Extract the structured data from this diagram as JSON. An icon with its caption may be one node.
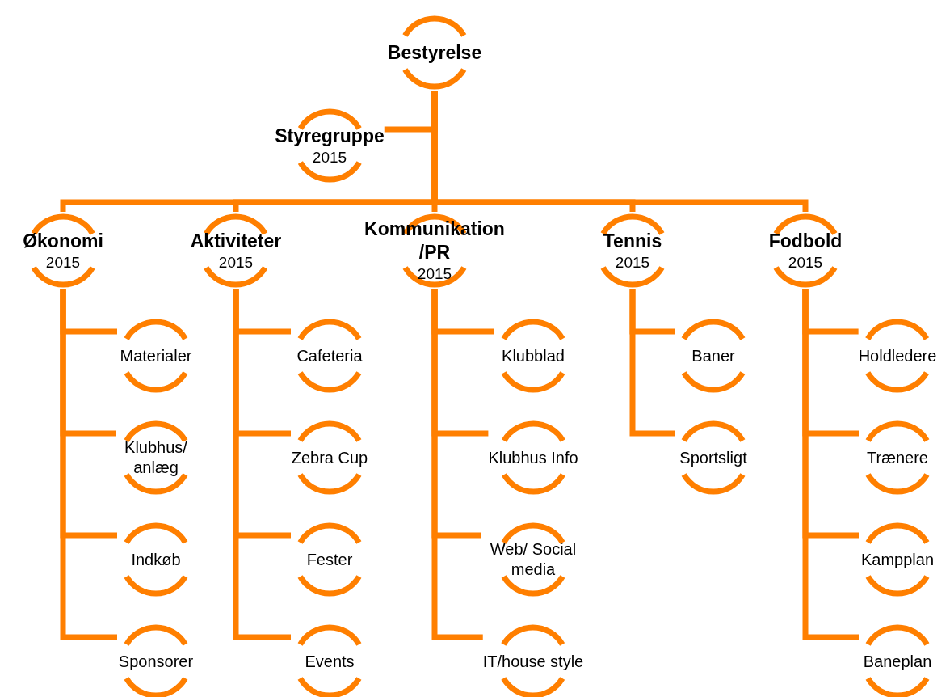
{
  "diagram": {
    "nodes": [
      {
        "text": [
          "Bestyrelse"
        ]
      },
      {
        "text": [
          "Styregruppe",
          "2015"
        ]
      },
      {
        "text": [
          "Økonomi",
          "2015"
        ]
      },
      {
        "text": [
          "Aktiviteter",
          "2015"
        ]
      },
      {
        "text": [
          "Kommunikation /PR",
          "2015"
        ]
      },
      {
        "text": [
          "Tennis",
          "2015"
        ]
      },
      {
        "text": [
          "Fodbold",
          "2015"
        ]
      },
      {
        "text": [
          "Materialer"
        ]
      },
      {
        "text": [
          "Klubhus/ anlæg"
        ]
      },
      {
        "text": [
          "Indkøb"
        ]
      },
      {
        "text": [
          "Sponsorer"
        ]
      },
      {
        "text": [
          "Cafeteria"
        ]
      },
      {
        "text": [
          "Zebra Cup"
        ]
      },
      {
        "text": [
          "Fester"
        ]
      },
      {
        "text": [
          "Events"
        ]
      },
      {
        "text": [
          "Klubblad"
        ]
      },
      {
        "text": [
          "Klubhus Info"
        ]
      },
      {
        "text": [
          "Web/ Social media"
        ]
      },
      {
        "text": [
          "IT/house style"
        ]
      },
      {
        "text": [
          "Baner"
        ]
      },
      {
        "text": [
          "Sportsligt"
        ]
      },
      {
        "text": [
          "Holdledere"
        ]
      },
      {
        "text": [
          "Trænere"
        ]
      },
      {
        "text": [
          "Kampplan"
        ]
      },
      {
        "text": [
          "Baneplan"
        ]
      }
    ],
    "edges": [
      {
        "from": 0,
        "to": 1,
        "arrow": "none"
      },
      {
        "from": 0,
        "to": 2,
        "arrow": "none"
      },
      {
        "from": 0,
        "to": 3,
        "arrow": "none"
      },
      {
        "from": 0,
        "to": 4,
        "arrow": "none"
      },
      {
        "from": 0,
        "to": 5,
        "arrow": "none"
      },
      {
        "from": 0,
        "to": 6,
        "arrow": "none"
      },
      {
        "from": 2,
        "to": 7,
        "arrow": "none"
      },
      {
        "from": 2,
        "to": 8,
        "arrow": "none"
      },
      {
        "from": 2,
        "to": 9,
        "arrow": "none"
      },
      {
        "from": 2,
        "to": 10,
        "arrow": "none"
      },
      {
        "from": 3,
        "to": 11,
        "arrow": "none"
      },
      {
        "from": 3,
        "to": 12,
        "arrow": "none"
      },
      {
        "from": 3,
        "to": 13,
        "arrow": "none"
      },
      {
        "from": 3,
        "to": 14,
        "arrow": "none"
      },
      {
        "from": 4,
        "to": 15,
        "arrow": "none"
      },
      {
        "from": 4,
        "to": 16,
        "arrow": "none"
      },
      {
        "from": 4,
        "to": 17,
        "arrow": "none"
      },
      {
        "from": 4,
        "to": 18,
        "arrow": "none"
      },
      {
        "from": 5,
        "to": 19,
        "arrow": "none"
      },
      {
        "from": 5,
        "to": 20,
        "arrow": "none"
      },
      {
        "from": 6,
        "to": 21,
        "arrow": "none"
      },
      {
        "from": 6,
        "to": 22,
        "arrow": "none"
      },
      {
        "from": 6,
        "to": 23,
        "arrow": "none"
      },
      {
        "from": 6,
        "to": 24,
        "arrow": "none"
      }
    ]
  }
}
